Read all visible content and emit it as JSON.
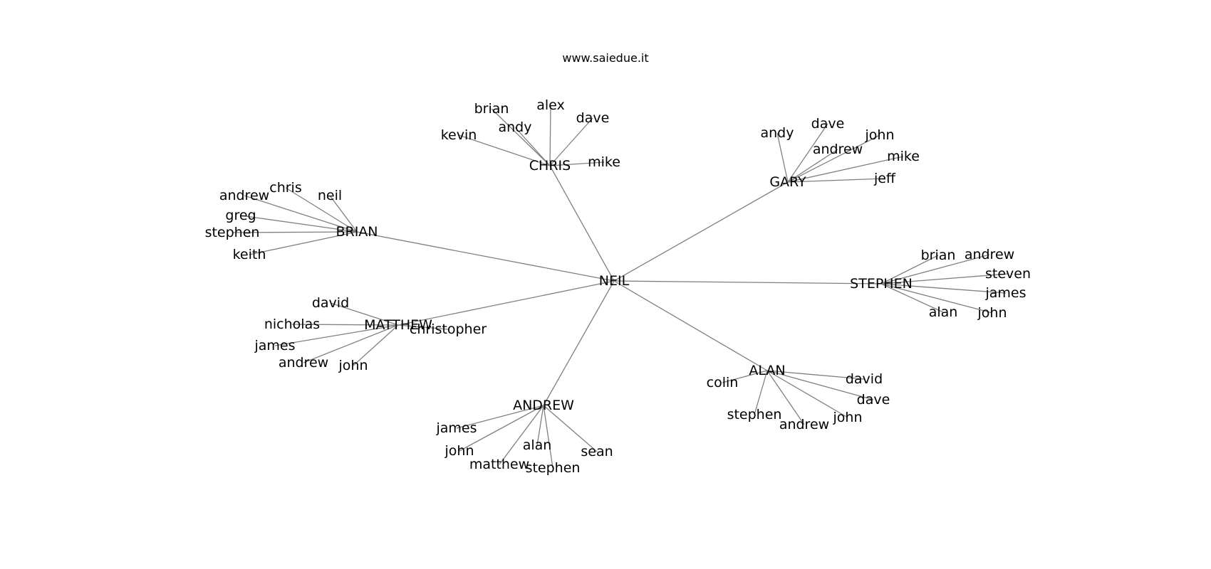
{
  "title": "www.saiedue.it",
  "colors": {
    "edge": "#808080",
    "text": "#000000",
    "background": "#ffffff"
  },
  "graph": {
    "center": "NEIL",
    "hubs": [
      {
        "label": "CHRIS",
        "leaves": [
          "brian",
          "alex",
          "andy",
          "dave",
          "kevin",
          "mike"
        ]
      },
      {
        "label": "GARY",
        "leaves": [
          "andy",
          "dave",
          "john",
          "andrew",
          "mike",
          "jeff"
        ]
      },
      {
        "label": "BRIAN",
        "leaves": [
          "chris",
          "andrew",
          "neil",
          "greg",
          "stephen",
          "keith"
        ]
      },
      {
        "label": "STEPHEN",
        "leaves": [
          "brian",
          "andrew",
          "steven",
          "james",
          "alan",
          "john"
        ]
      },
      {
        "label": "MATTHEW",
        "leaves": [
          "david",
          "nicholas",
          "christopher",
          "james",
          "andrew",
          "john"
        ]
      },
      {
        "label": "ALAN",
        "leaves": [
          "colin",
          "david",
          "dave",
          "stephen",
          "john",
          "andrew"
        ]
      },
      {
        "label": "ANDREW",
        "leaves": [
          "james",
          "john",
          "alan",
          "sean",
          "matthew",
          "stephen"
        ]
      }
    ]
  }
}
